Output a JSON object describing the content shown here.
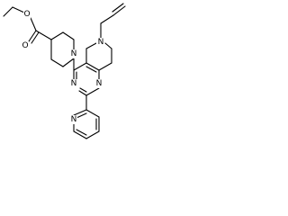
{
  "molecule": {
    "atoms": {
      "ester_O": "O",
      "carbonyl_O": "O",
      "piperidine_N": "N",
      "pyrimidine_N3": "N",
      "pyrimidine_N1": "N",
      "tetrahydro_N": "N",
      "pyridine_N": "N"
    }
  },
  "colors": {
    "bond": "#000000",
    "background": "#ffffff"
  }
}
